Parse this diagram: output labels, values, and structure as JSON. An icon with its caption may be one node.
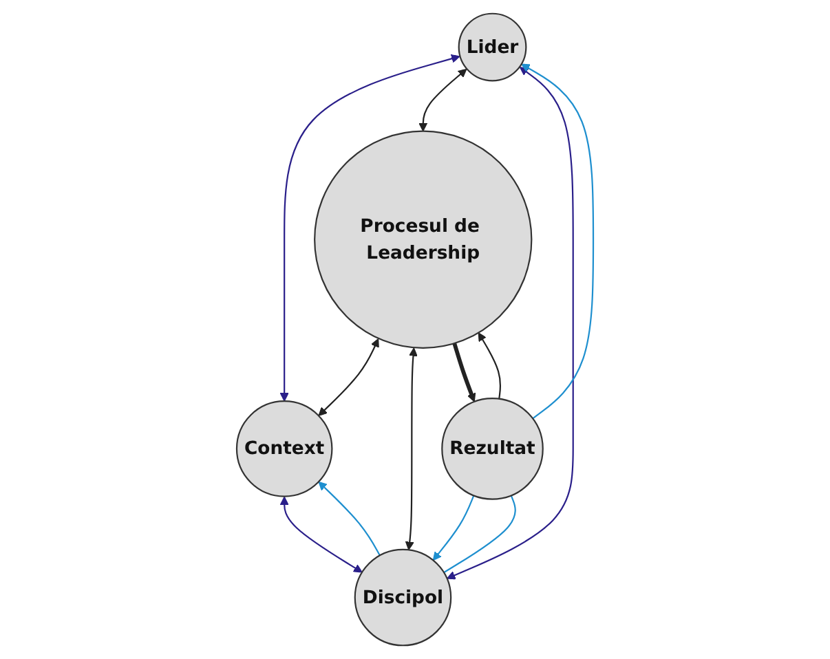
{
  "diagram": {
    "nodes": [
      {
        "text": [
          "Lider"
        ]
      },
      {
        "text": [
          "Procesul de Leadership"
        ]
      },
      {
        "text": [
          "Context"
        ]
      },
      {
        "text": [
          "Discipol"
        ]
      },
      {
        "text": [
          "Rezultat"
        ]
      }
    ],
    "edges": [
      {
        "from": 0,
        "to": 2,
        "arrow": "both",
        "color": "#2a1f8a"
      },
      {
        "from": 0,
        "to": 1,
        "arrow": "both"
      },
      {
        "from": 1,
        "to": 2,
        "arrow": "both"
      },
      {
        "from": 1,
        "to": 3,
        "arrow": "both"
      },
      {
        "from": 2,
        "to": 3,
        "arrow": "both",
        "color": "#2a1f8a"
      },
      {
        "from": 0,
        "to": 3,
        "arrow": "both",
        "color": "#2a1f8a"
      },
      {
        "from": 1,
        "to": 4,
        "arrow": "to",
        "style": "thick"
      },
      {
        "from": 4,
        "to": 1,
        "arrow": "to"
      },
      {
        "from": 4,
        "to": 0,
        "arrow": "to",
        "color": "#1e8fcf"
      },
      {
        "from": 3,
        "to": 2,
        "arrow": "to",
        "color": "#1e8fcf"
      },
      {
        "from": 4,
        "to": 3,
        "arrow": "to",
        "color": "#1e8fcf"
      },
      {
        "from": 4,
        "to": 3,
        "arrow": "none",
        "color": "#1e8fcf"
      }
    ]
  }
}
